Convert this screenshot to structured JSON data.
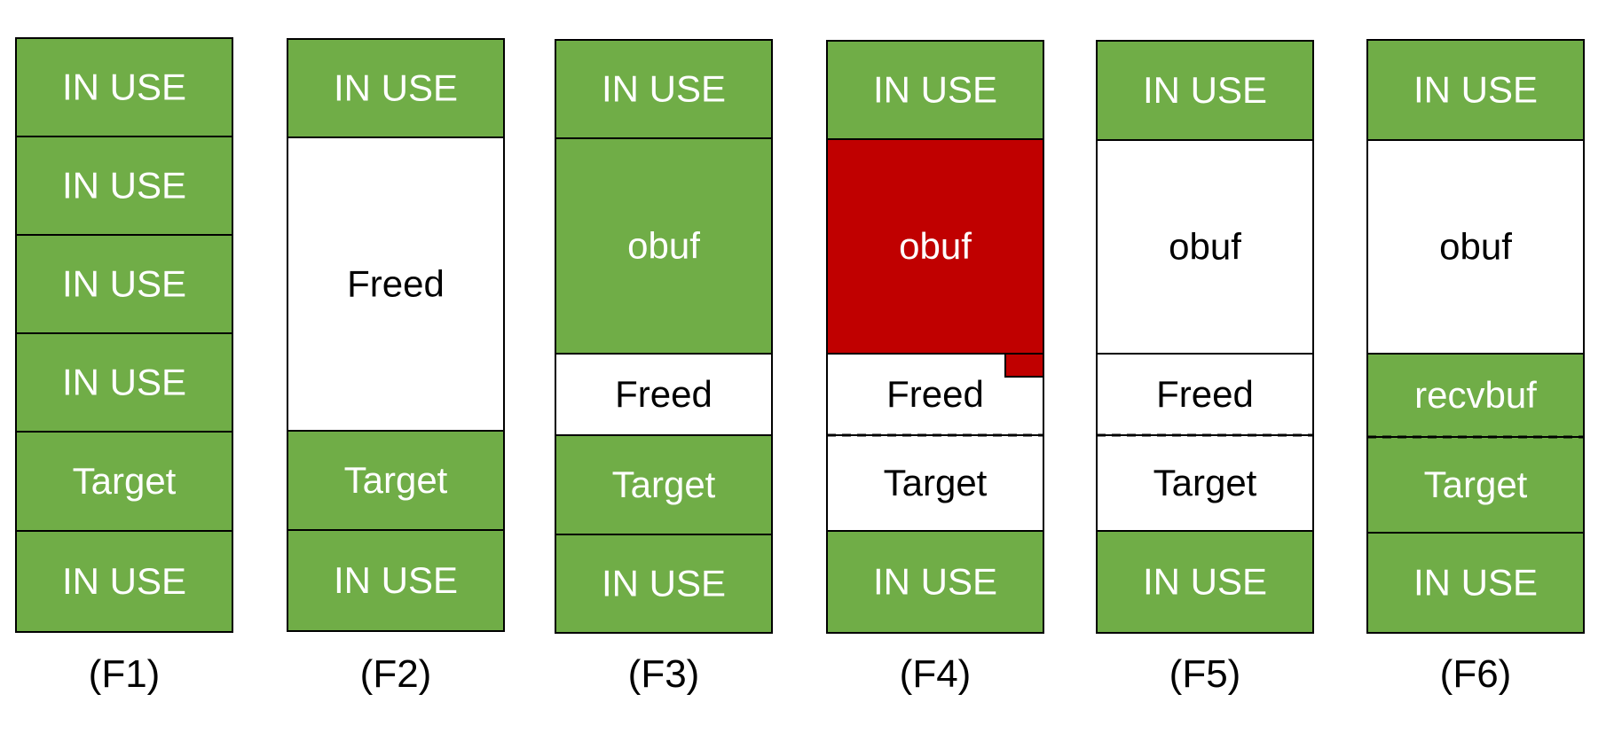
{
  "colors": {
    "in_use": "#70ad47",
    "freed": "#ffffff",
    "corrupted": "#c00000",
    "border": "#000000",
    "text_on_color": "#ffffff",
    "text_on_white": "#000000"
  },
  "columns": [
    {
      "caption": "(F1)",
      "blocks": [
        {
          "label": "IN USE",
          "state": "in_use"
        },
        {
          "label": "IN USE",
          "state": "in_use"
        },
        {
          "label": "IN USE",
          "state": "in_use"
        },
        {
          "label": "IN USE",
          "state": "in_use"
        },
        {
          "label": "Target",
          "state": "in_use"
        },
        {
          "label": "IN USE",
          "state": "in_use"
        }
      ]
    },
    {
      "caption": "(F2)",
      "blocks": [
        {
          "label": "IN USE",
          "state": "in_use"
        },
        {
          "label": "Freed",
          "state": "freed"
        },
        {
          "label": "Target",
          "state": "in_use"
        },
        {
          "label": "IN USE",
          "state": "in_use"
        }
      ]
    },
    {
      "caption": "(F3)",
      "blocks": [
        {
          "label": "IN USE",
          "state": "in_use"
        },
        {
          "label": "obuf",
          "state": "in_use"
        },
        {
          "label": "Freed",
          "state": "freed"
        },
        {
          "label": "Target",
          "state": "in_use"
        },
        {
          "label": "IN USE",
          "state": "in_use"
        }
      ]
    },
    {
      "caption": "(F4)",
      "blocks": [
        {
          "label": "IN USE",
          "state": "in_use"
        },
        {
          "label": "obuf",
          "state": "corrupted",
          "overflow": true
        },
        {
          "label": "Freed",
          "state": "freed"
        },
        {
          "label": "Target",
          "state": "freed",
          "dashed_top": true
        },
        {
          "label": "IN USE",
          "state": "in_use"
        }
      ]
    },
    {
      "caption": "(F5)",
      "blocks": [
        {
          "label": "IN USE",
          "state": "in_use"
        },
        {
          "label": "obuf",
          "state": "freed"
        },
        {
          "label": "Freed",
          "state": "freed"
        },
        {
          "label": "Target",
          "state": "freed",
          "dashed_top": true
        },
        {
          "label": "IN USE",
          "state": "in_use"
        }
      ]
    },
    {
      "caption": "(F6)",
      "blocks": [
        {
          "label": "IN USE",
          "state": "in_use"
        },
        {
          "label": "obuf",
          "state": "freed"
        },
        {
          "label": "recvbuf",
          "state": "in_use"
        },
        {
          "label": "Target",
          "state": "in_use",
          "dashed_top": true
        },
        {
          "label": "IN USE",
          "state": "in_use"
        }
      ]
    }
  ]
}
